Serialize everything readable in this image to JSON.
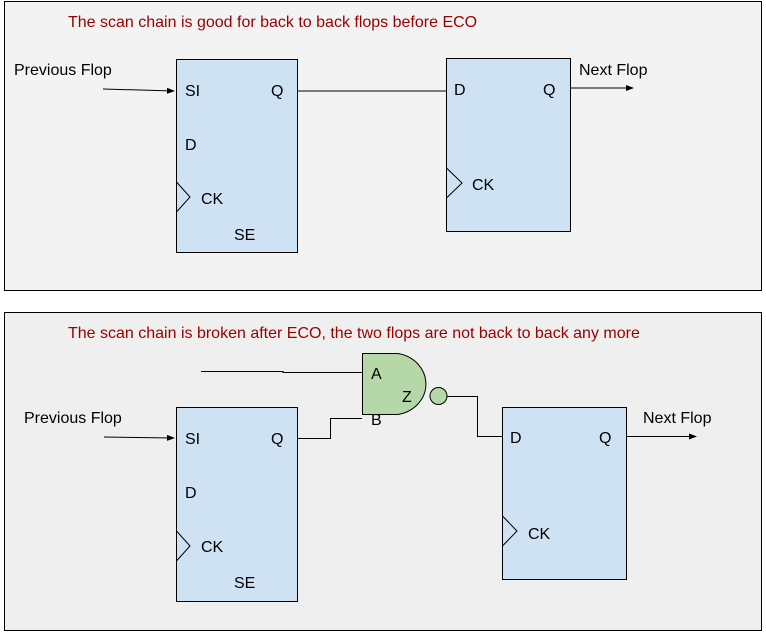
{
  "colors": {
    "title": "#990000",
    "flop_fill": "#cfe2f3",
    "gate_fill": "#b6d7a8"
  },
  "top": {
    "title": "The scan chain is good for back to back flops before ECO",
    "prev_label": "Previous Flop",
    "next_label": "Next Flop",
    "flop1": {
      "si": "SI",
      "q": "Q",
      "d": "D",
      "ck": "CK",
      "se": "SE"
    },
    "flop2": {
      "d": "D",
      "q": "Q",
      "ck": "CK"
    }
  },
  "bottom": {
    "title": "The scan chain is broken after ECO, the two flops are not back to back any more",
    "prev_label": "Previous Flop",
    "next_label": "Next Flop",
    "flop1": {
      "si": "SI",
      "q": "Q",
      "d": "D",
      "ck": "CK",
      "se": "SE"
    },
    "gate": {
      "a": "A",
      "b": "B",
      "z": "Z"
    },
    "flop2": {
      "d": "D",
      "q": "Q",
      "ck": "CK"
    }
  }
}
